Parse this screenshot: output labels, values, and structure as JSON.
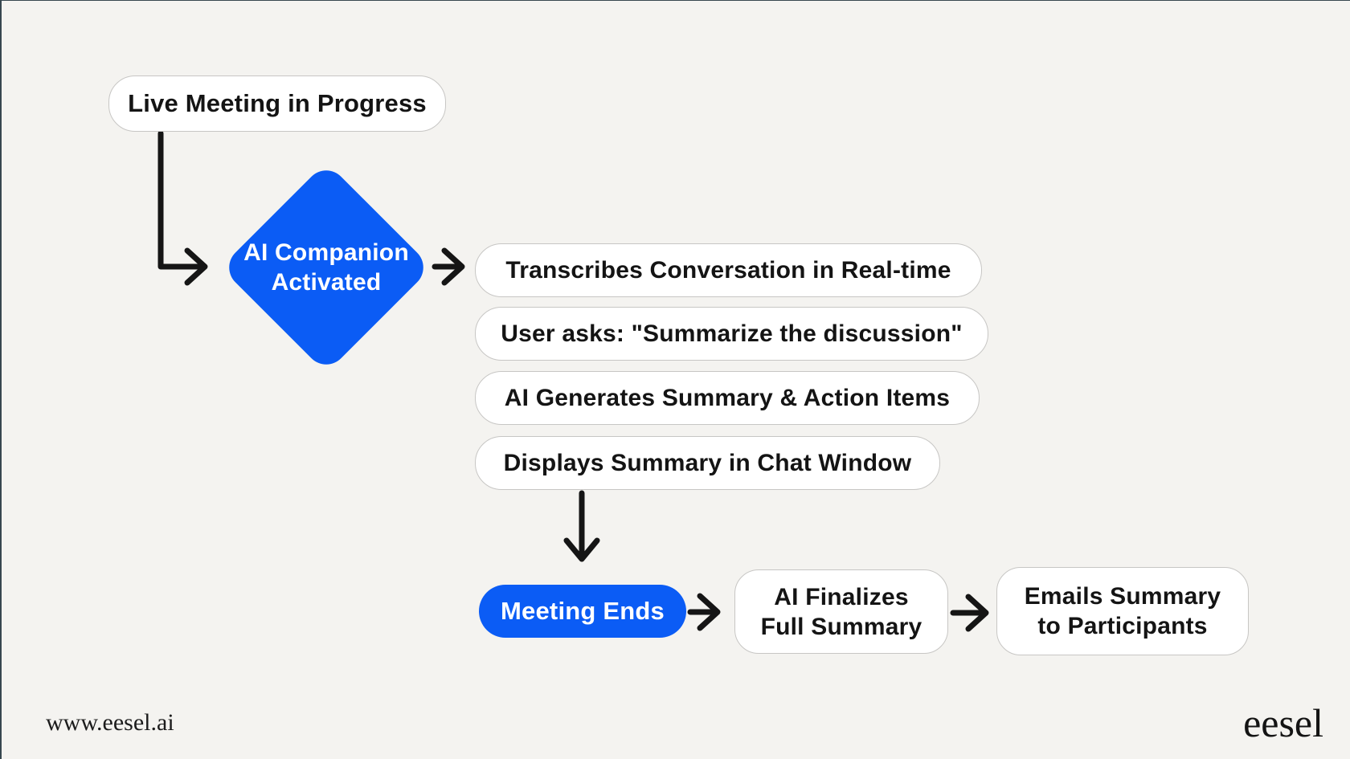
{
  "colors": {
    "background": "#f4f3f0",
    "accent_blue": "#0b5cf5",
    "box_border": "#c7c6c4",
    "text_dark": "#141414",
    "node_text_light": "#ffffff",
    "edge_line": "#37474f",
    "arrow": "#151515"
  },
  "flowchart": {
    "nodes": {
      "live_meeting": {
        "label": "Live Meeting in Progress"
      },
      "ai_companion": {
        "label": "AI Companion\nActivated"
      },
      "transcribes": {
        "label": "Transcribes Conversation in Real-time"
      },
      "user_asks": {
        "label": "User asks: \"Summarize the discussion\""
      },
      "generates": {
        "label": "AI Generates Summary & Action Items"
      },
      "displays": {
        "label": "Displays Summary in Chat Window"
      },
      "meeting_ends": {
        "label": "Meeting Ends"
      },
      "finalizes": {
        "label": "AI Finalizes\nFull Summary"
      },
      "emails": {
        "label": "Emails Summary\nto Participants"
      }
    }
  },
  "footer": {
    "website": "www.eesel.ai",
    "logo": "eesel"
  }
}
